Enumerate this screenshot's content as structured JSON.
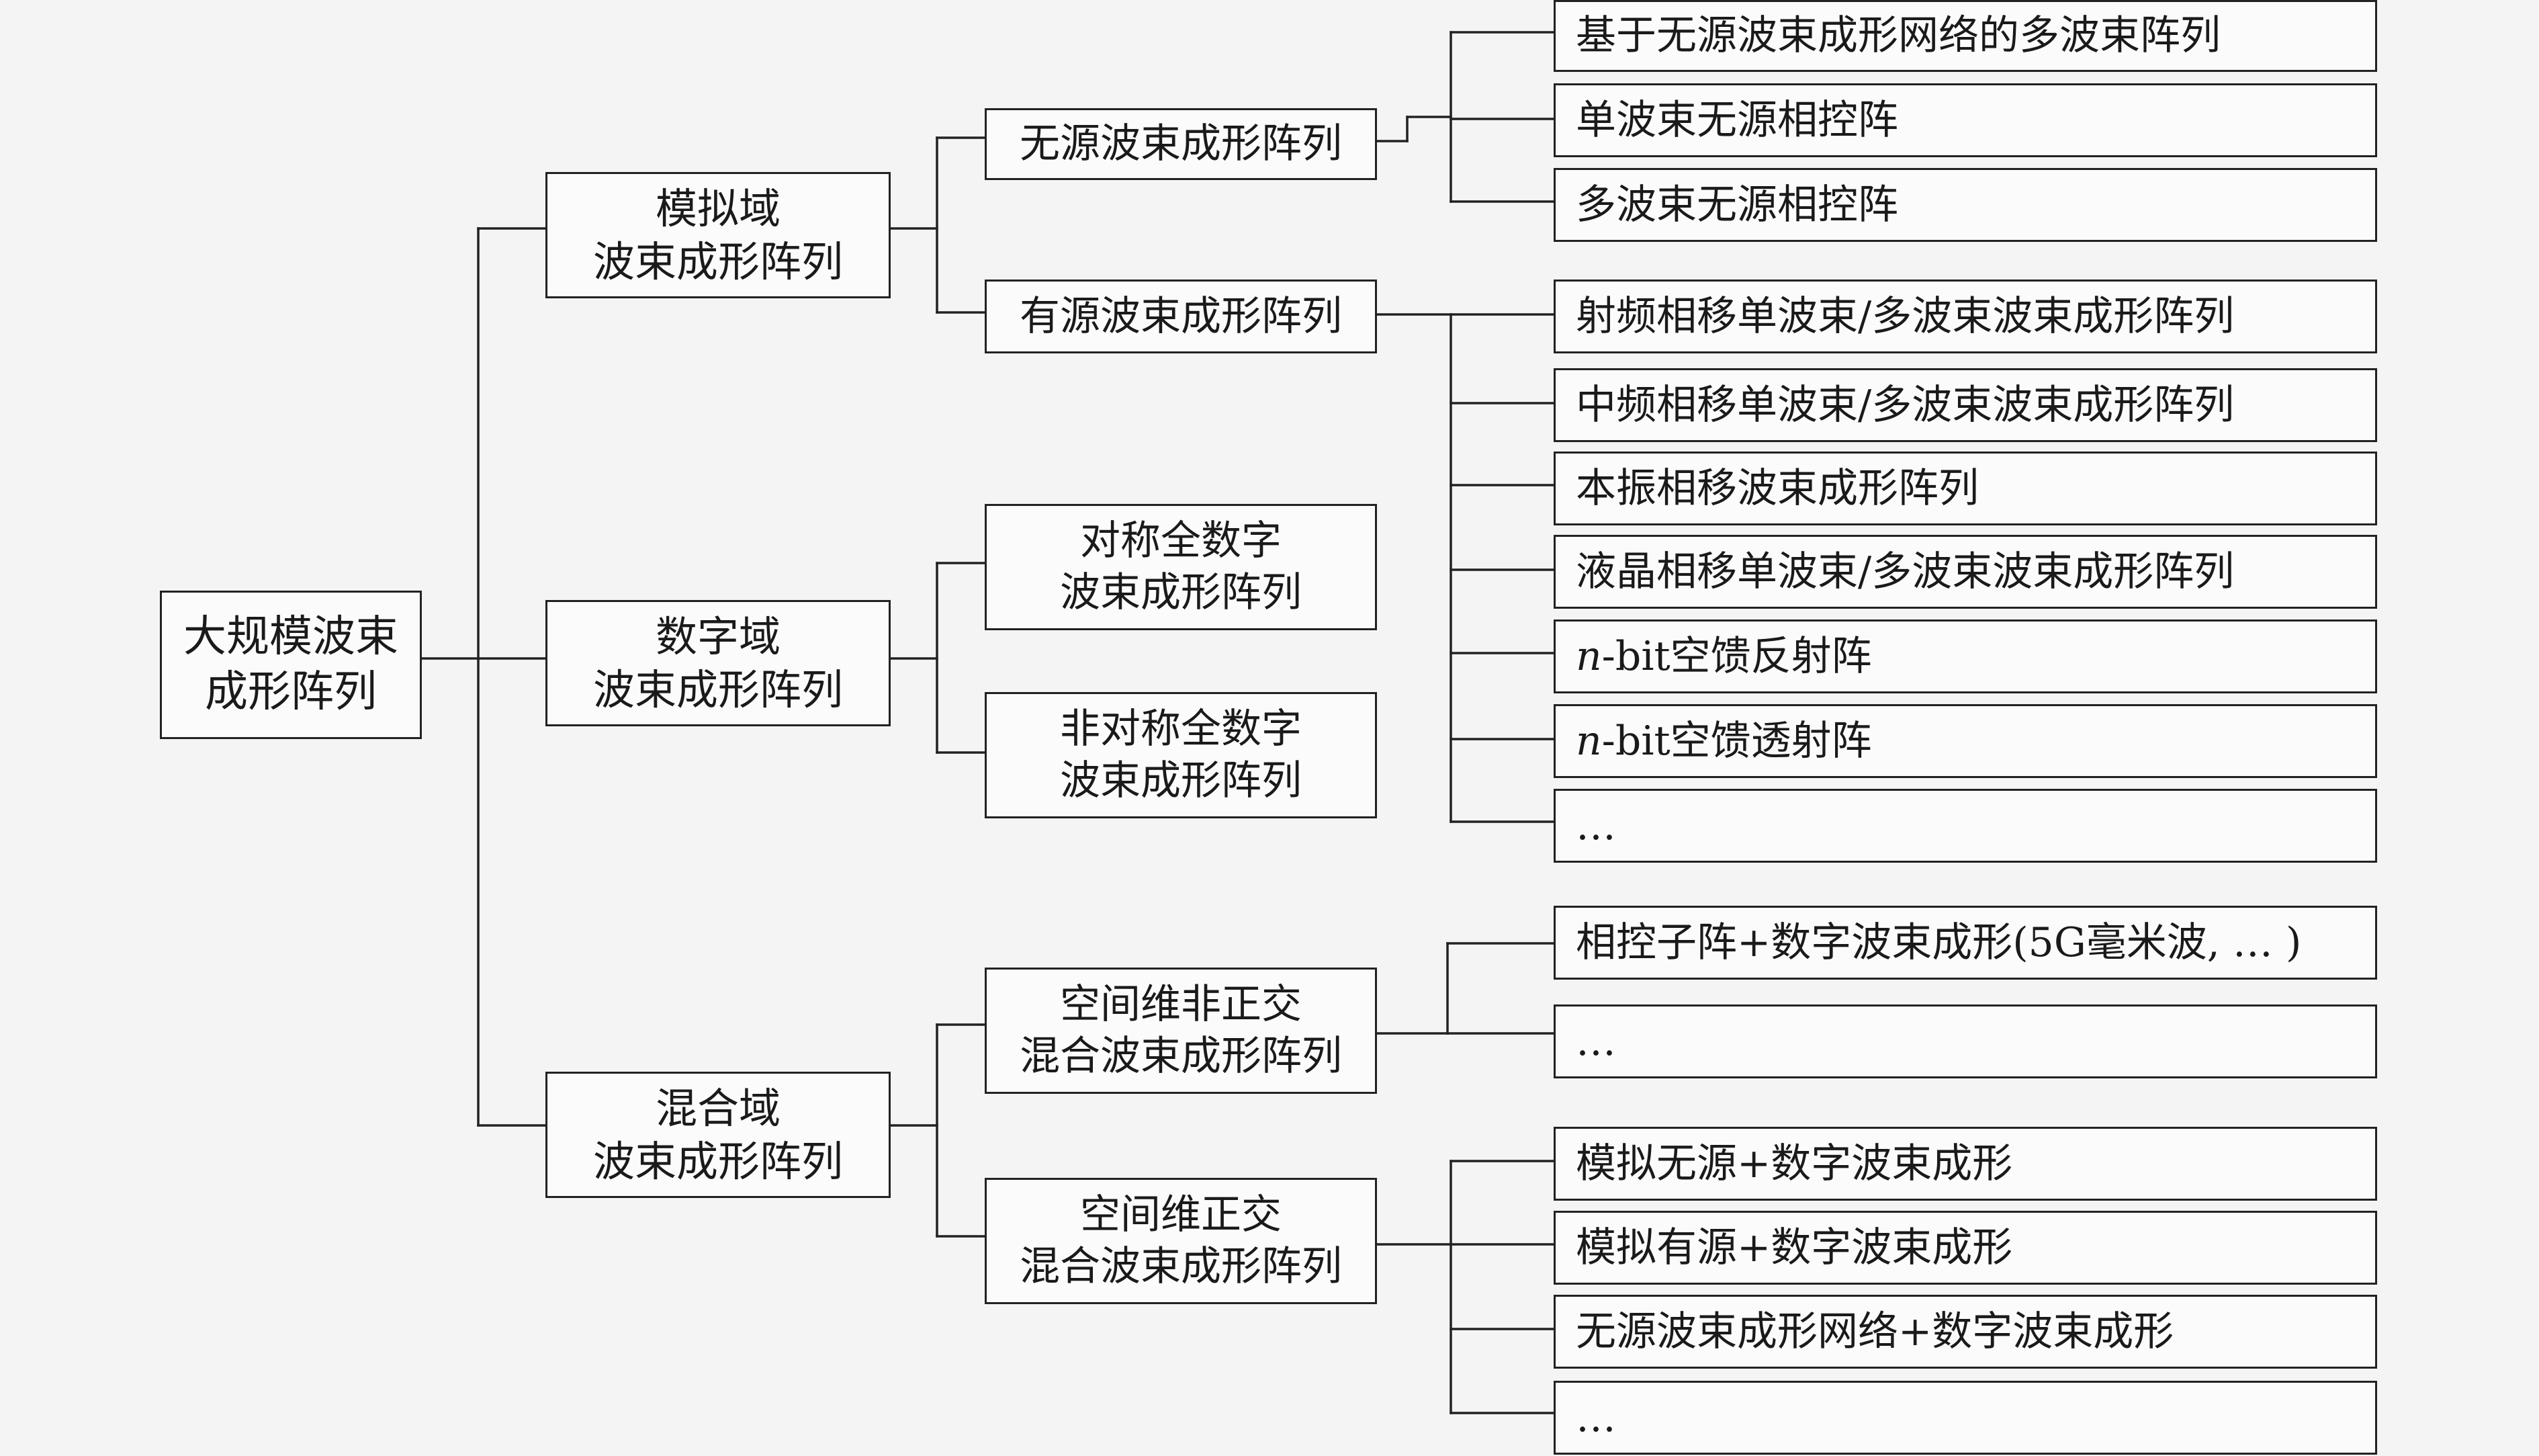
{
  "root": {
    "id": "root",
    "lines": [
      "大规模波束",
      "成形阵列"
    ]
  },
  "domains": [
    {
      "id": "analog",
      "lines": [
        "模拟域",
        "波束成形阵列"
      ]
    },
    {
      "id": "digital",
      "lines": [
        "数字域",
        "波束成形阵列"
      ]
    },
    {
      "id": "hybrid",
      "lines": [
        "混合域",
        "波束成形阵列"
      ]
    }
  ],
  "subtypes": [
    {
      "id": "passive",
      "parent": "analog",
      "lines": [
        "无源波束成形阵列"
      ]
    },
    {
      "id": "active",
      "parent": "analog",
      "lines": [
        "有源波束成形阵列"
      ]
    },
    {
      "id": "sym",
      "parent": "digital",
      "lines": [
        "对称全数字",
        "波束成形阵列"
      ]
    },
    {
      "id": "asym",
      "parent": "digital",
      "lines": [
        "非对称全数字",
        "波束成形阵列"
      ]
    },
    {
      "id": "nonorth",
      "parent": "hybrid",
      "lines": [
        "空间维非正交",
        "混合波束成形阵列"
      ]
    },
    {
      "id": "orth",
      "parent": "hybrid",
      "lines": [
        "空间维正交",
        "混合波束成形阵列"
      ]
    }
  ],
  "leaves": [
    {
      "id": "p1",
      "parent": "passive",
      "text": "基于无源波束成形网络的多波束阵列"
    },
    {
      "id": "p2",
      "parent": "passive",
      "text": "单波束无源相控阵"
    },
    {
      "id": "p3",
      "parent": "passive",
      "text": "多波束无源相控阵"
    },
    {
      "id": "a1",
      "parent": "active",
      "text": "射频相移单波束/多波束波束成形阵列"
    },
    {
      "id": "a2",
      "parent": "active",
      "text": "中频相移单波束/多波束波束成形阵列"
    },
    {
      "id": "a3",
      "parent": "active",
      "text": "本振相移波束成形阵列"
    },
    {
      "id": "a4",
      "parent": "active",
      "text": "液晶相移单波束/多波束波束成形阵列"
    },
    {
      "id": "a5",
      "parent": "active",
      "italic_prefix": "n",
      "text": "-bit空馈反射阵"
    },
    {
      "id": "a6",
      "parent": "active",
      "italic_prefix": "n",
      "text": "-bit空馈透射阵"
    },
    {
      "id": "a7",
      "parent": "active",
      "text": "…"
    },
    {
      "id": "n1",
      "parent": "nonorth",
      "text": "相控子阵+数字波束成形(5G毫米波, … )"
    },
    {
      "id": "n2",
      "parent": "nonorth",
      "text": "…"
    },
    {
      "id": "o1",
      "parent": "orth",
      "text": "模拟无源+数字波束成形"
    },
    {
      "id": "o2",
      "parent": "orth",
      "text": "模拟有源+数字波束成形"
    },
    {
      "id": "o3",
      "parent": "orth",
      "text": "无源波束成形网络+数字波束成形"
    },
    {
      "id": "o4",
      "parent": "orth",
      "text": "…"
    }
  ]
}
